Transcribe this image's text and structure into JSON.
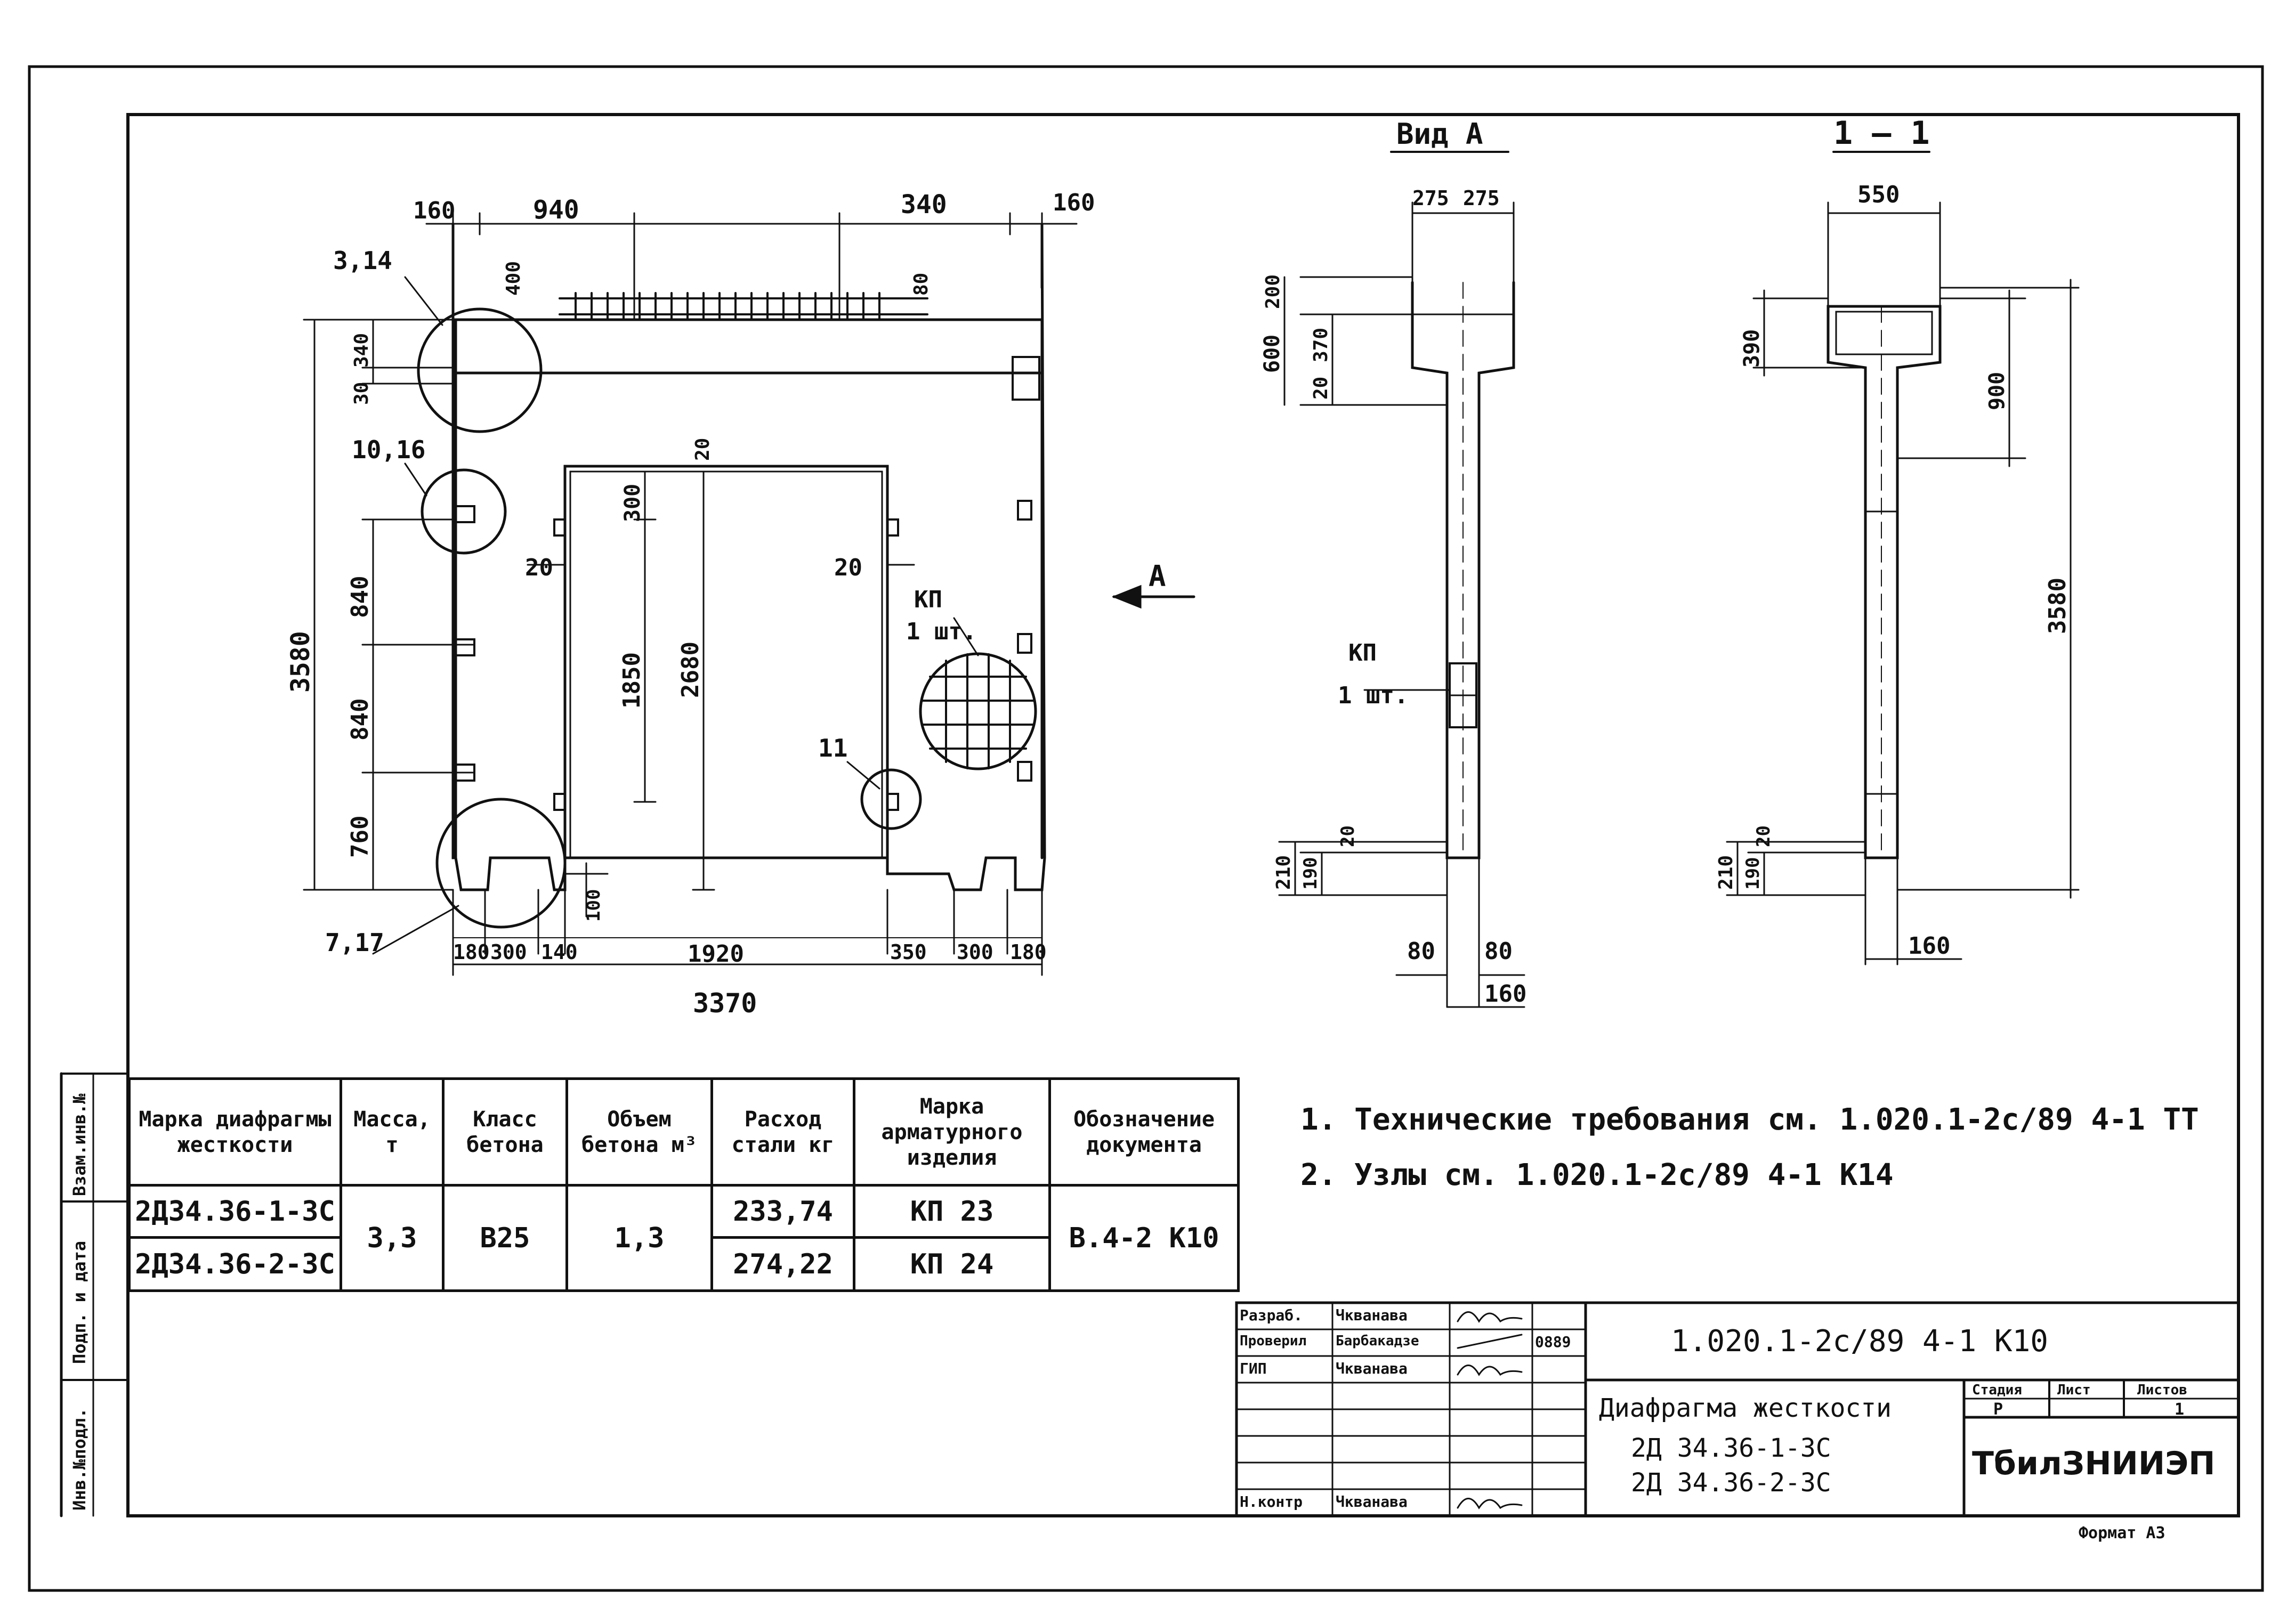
{
  "titles": {
    "view_a": "Вид А",
    "section": "1 – 1",
    "view_arrow_label": "А"
  },
  "front_view": {
    "dims_top": [
      "160",
      "940",
      "340",
      "160"
    ],
    "dims_left_top": [
      "340",
      "30"
    ],
    "dim_400": "400",
    "dim_80": "80",
    "dim_20_top": "20",
    "dims_left": [
      "840",
      "840",
      "760"
    ],
    "overall_height": "3580",
    "dims_opening": [
      "300",
      "1850",
      "2680"
    ],
    "dim_20_left": "20",
    "dim_20_right": "20",
    "dim_100": "100",
    "dims_bottom": [
      "180",
      "300",
      "140",
      "1920",
      "350",
      "300",
      "180"
    ],
    "overall_width": "3370",
    "callouts": [
      "3,14",
      "10,16",
      "11",
      "7,17"
    ],
    "kp_label": "КП",
    "kp_qty": "1 шт."
  },
  "view_a_dims": {
    "top": [
      "275",
      "275"
    ],
    "left": [
      "200",
      "600",
      "370",
      "20"
    ],
    "bottom_left": [
      "210",
      "190",
      "20"
    ],
    "bottom": [
      "80",
      "80",
      "160"
    ],
    "kp_label": "КП",
    "kp_qty": "1 шт."
  },
  "section_dims": {
    "top": "550",
    "left": "390",
    "right": [
      "900",
      "3580"
    ],
    "bottom_left": [
      "210",
      "190",
      "20"
    ],
    "bottom": "160"
  },
  "table": {
    "headers": [
      "Марка диафрагмы жесткости",
      "Масса, т",
      "Класс бетона",
      "Объем бетона м³",
      "Расход стали кг",
      "Марка арматурного изделия",
      "Обозначение документа"
    ],
    "rows": [
      {
        "mark": "2Д34.36-1-3С",
        "steel": "233,74",
        "product": "КП 23"
      },
      {
        "mark": "2Д34.36-2-3С",
        "steel": "274,22",
        "product": "КП 24"
      }
    ],
    "mass": "3,3",
    "concrete_class": "В25",
    "volume": "1,3",
    "document": "В.4-2 К10"
  },
  "notes": [
    "1. Технические требования см. 1.020.1-2с/89 4-1 ТТ",
    "2. Узлы см. 1.020.1-2с/89 4-1 К14"
  ],
  "stamp": {
    "roles": [
      "Разраб.",
      "Проверил",
      "ГИП",
      "Н.контр"
    ],
    "names": [
      "Чкванава",
      "Барбакадзе",
      "Чкванава",
      "Чкванава"
    ],
    "date": "0889",
    "code": "1.020.1-2с/89 4-1 К10",
    "title_lines": [
      "Диафрагма жесткости",
      "2Д 34.36-1-3С",
      "2Д 34.36-2-3С"
    ],
    "stage_label": "Стадия",
    "sheet_label": "Лист",
    "sheets_label": "Листов",
    "stage": "Р",
    "sheets": "1",
    "org": "ТбилЗНИИЭП"
  },
  "side_labels": [
    "Взам.инв.№",
    "Подп. и дата",
    "Инв.№подл."
  ],
  "format": "Формат А3"
}
